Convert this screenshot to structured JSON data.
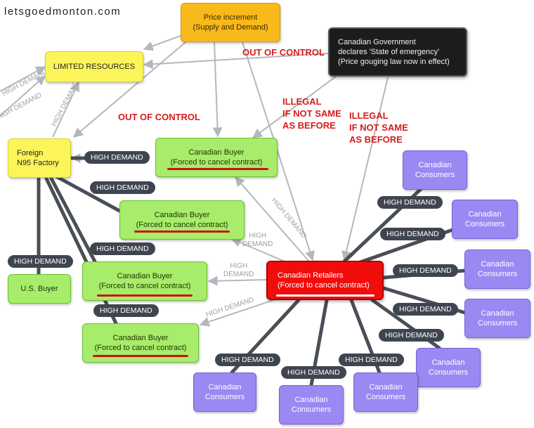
{
  "watermark": "letsgoedmonton.com",
  "nodes": {
    "price_increment": [
      "Price increment",
      "(Supply and Demand)"
    ],
    "limited_resources": [
      "LIMITED RESOURCES"
    ],
    "government": [
      "Canadian Government",
      "declares 'State of emergency'",
      "(Price gouging law now in effect)"
    ],
    "foreign_factory": [
      "Foreign",
      "N95 Factory"
    ],
    "buyer_1": [
      "Canadian Buyer",
      "(Forced to cancel contract)"
    ],
    "buyer_2": [
      "Canadian Buyer",
      "(Forced to cancel contract)"
    ],
    "buyer_3": [
      "Canadian Buyer",
      "(Forced to cancel contract)"
    ],
    "buyer_4": [
      "Canadian Buyer",
      "(Forced to cancel contract)"
    ],
    "us_buyer": [
      "U.S. Buyer"
    ],
    "retailers": [
      "Canadian Retailers",
      "(Forced to cancel contract)"
    ],
    "consumer": [
      "Canadian",
      "Consumers"
    ]
  },
  "pill_label": "HIGH DEMAND",
  "gray_labels": {
    "high_demand_2line": [
      "HIGH",
      "DEMAND"
    ],
    "high_demand_1line": [
      "HIGH DEMAND"
    ]
  },
  "warnings": {
    "out_of_control": "OUT OF CONTROL",
    "illegal_1": [
      "ILLEGAL",
      "IF NOT SAME",
      "AS BEFORE"
    ]
  },
  "colors": {
    "orange": "#f8b91a",
    "yellow": "#fbf55a",
    "black": "#1c1c1c",
    "green": "#a7ec6a",
    "red": "#f20d0d",
    "purple": "#9b88f3",
    "pill": "#3f4550",
    "warning_text": "#d41d1d",
    "thin_edge": "#b3b7bd",
    "thick_edge": "#4a4f57"
  }
}
